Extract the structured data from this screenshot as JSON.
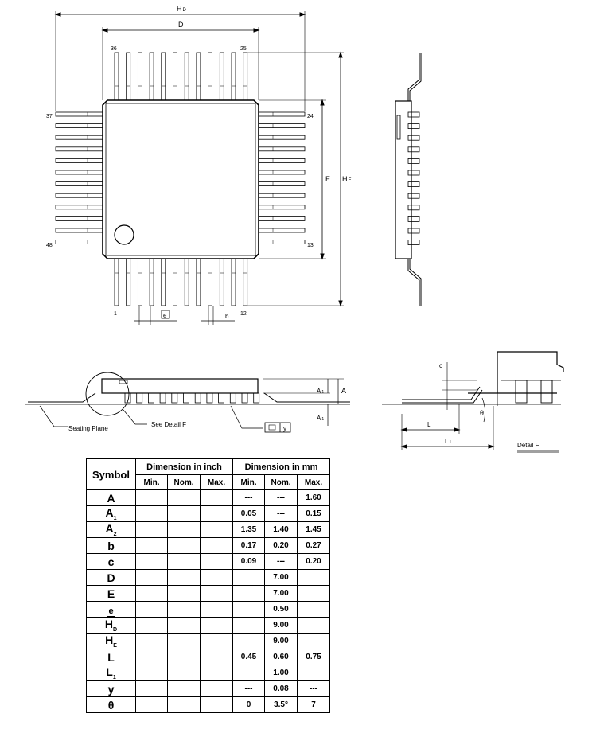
{
  "labels": {
    "top_HD": "H",
    "top_HD_sub": "D",
    "top_D": "D",
    "pin_36": "36",
    "pin_25": "25",
    "pin_37": "37",
    "pin_24": "24",
    "pin_48": "48",
    "pin_13": "13",
    "pin_1": "1",
    "pin_12": "12",
    "dim_E": "E",
    "dim_HE": "H",
    "dim_HE_sub": "E",
    "dim_e": "e",
    "dim_b": "b",
    "front_A1": "A",
    "front_A1_sub": "1",
    "front_A": "A",
    "front_A1b": "A",
    "front_A1b_sub": "1",
    "seating_plane": "Seating Plane",
    "see_detail": "See Detail F",
    "y_label": "y",
    "det_c": "c",
    "det_L": "L",
    "det_L1": "L",
    "det_L1_sub": "1",
    "det_theta": "θ",
    "detail_f": "Detail F"
  },
  "table": {
    "symbol_header": "Symbol",
    "inch_header": "Dimension in inch",
    "mm_header": "Dimension in mm",
    "sub_headers": [
      "Min.",
      "Nom.",
      "Max.",
      "Min.",
      "Nom.",
      "Max."
    ],
    "rows": [
      {
        "sym": "A",
        "sub": "",
        "v": [
          "",
          "",
          "",
          "---",
          "---",
          "1.60"
        ]
      },
      {
        "sym": "A",
        "sub": "1",
        "v": [
          "",
          "",
          "",
          "0.05",
          "---",
          "0.15"
        ]
      },
      {
        "sym": "A",
        "sub": "2",
        "v": [
          "",
          "",
          "",
          "1.35",
          "1.40",
          "1.45"
        ]
      },
      {
        "sym": "b",
        "sub": "",
        "v": [
          "",
          "",
          "",
          "0.17",
          "0.20",
          "0.27"
        ]
      },
      {
        "sym": "c",
        "sub": "",
        "v": [
          "",
          "",
          "",
          "0.09",
          "---",
          "0.20"
        ]
      },
      {
        "sym": "D",
        "sub": "",
        "v": [
          "",
          "",
          "",
          "",
          "7.00",
          ""
        ]
      },
      {
        "sym": "E",
        "sub": "",
        "v": [
          "",
          "",
          "",
          "",
          "7.00",
          ""
        ]
      },
      {
        "sym": "e",
        "sub": "",
        "v": [
          "",
          "",
          "",
          "",
          "0.50",
          ""
        ]
      },
      {
        "sym": "H",
        "sub": "D",
        "v": [
          "",
          "",
          "",
          "",
          "9.00",
          ""
        ]
      },
      {
        "sym": "H",
        "sub": "E",
        "v": [
          "",
          "",
          "",
          "",
          "9.00",
          ""
        ]
      },
      {
        "sym": "L",
        "sub": "",
        "v": [
          "",
          "",
          "",
          "0.45",
          "0.60",
          "0.75"
        ]
      },
      {
        "sym": "L",
        "sub": "1",
        "v": [
          "",
          "",
          "",
          "",
          "1.00",
          ""
        ]
      },
      {
        "sym": "y",
        "sub": "",
        "v": [
          "",
          "",
          "",
          "---",
          "0.08",
          "---"
        ]
      },
      {
        "sym": "θ",
        "sub": "",
        "v": [
          "",
          "",
          "",
          "0",
          "3.5°",
          "7"
        ]
      }
    ]
  }
}
